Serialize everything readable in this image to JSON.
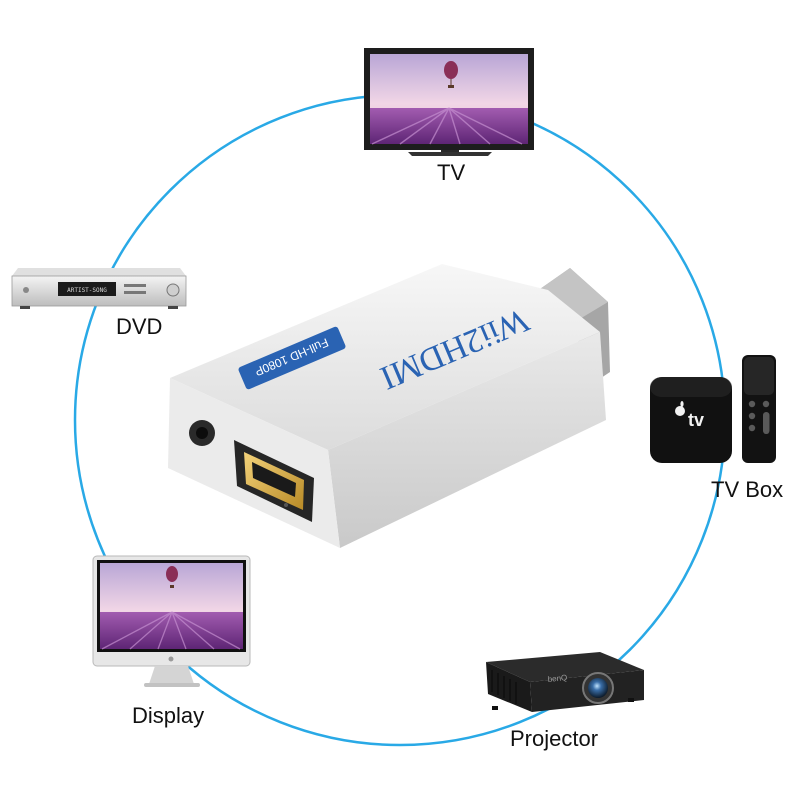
{
  "devices": {
    "tv": {
      "label": "TV"
    },
    "dvd": {
      "label": "DVD"
    },
    "tv_box": {
      "label": "TV Box"
    },
    "display": {
      "label": "Display"
    },
    "projector": {
      "label": "Projector"
    }
  },
  "adapter": {
    "brand_text": "Wii2HDMI",
    "badge_text": "Full-HD 1080P"
  },
  "appletv": {
    "logo_text": "tv"
  },
  "projector_brand": "benQ",
  "dvd_display_text": "ARTIST-SONG",
  "colors": {
    "ring": "#29a9e6",
    "badge": "#2a63b3",
    "adapter_body": "#eeeeee",
    "screen_sky": "#d9b8dc",
    "screen_field": "#7a3d8e"
  }
}
